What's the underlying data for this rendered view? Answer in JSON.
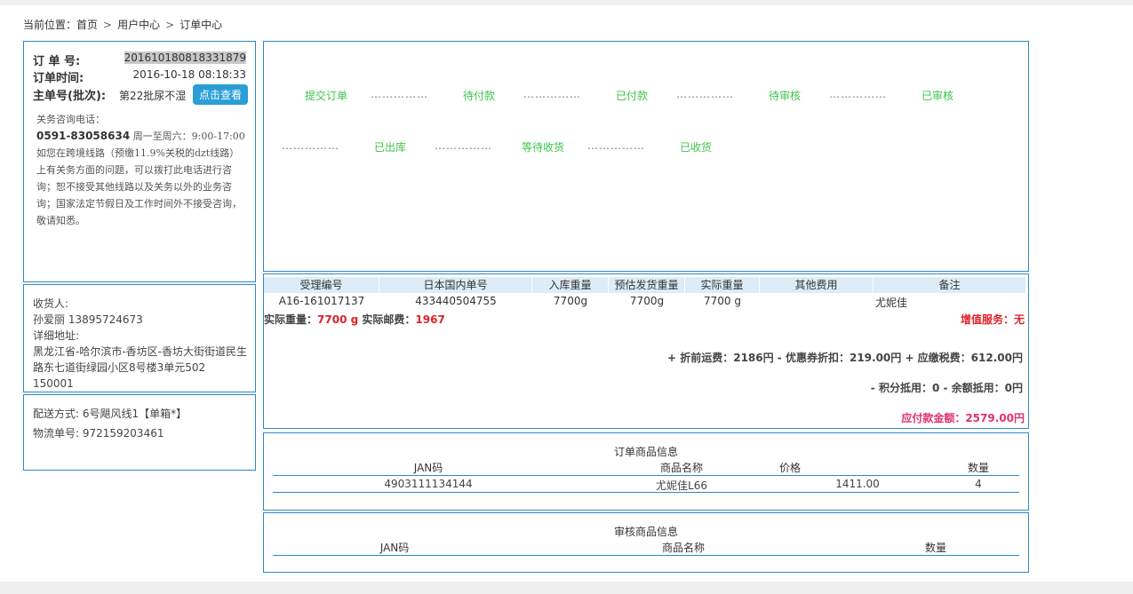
{
  "breadcrumb": {
    "label": "当前位置：",
    "home": "首页",
    "user_center": "用户中心",
    "order_center": "订单中心",
    "sep": ">"
  },
  "order": {
    "no_label": "订 单 号:",
    "no_value": "201610180818331879",
    "time_label": "订单时间:",
    "time_value": "2016-10-18 08:18:33",
    "main_label": "主单号(批次):",
    "main_value": "第22批尿不湿",
    "view_button": "点击查看",
    "consult_title": "关务咨询电话：",
    "phone": "0591-83058634",
    "hours": "周一至周六：9:00-17:00",
    "consult_text": "如您在跨境线路（预缴11.9%关税的dzt线路）上有关务方面的问题，可以拨打此电话进行咨询；恕不接受其他线路以及关务以外的业务咨询；国家法定节假日及工作时间外不接受咨询，敬请知悉。"
  },
  "receiver": {
    "label": "收货人:",
    "name_phone": "孙爱丽 13895724673",
    "addr_label": "详细地址:",
    "addr_line1": "黑龙江省-哈尔滨市-香坊区-香坊大街街道民生",
    "addr_line2": "路东七道街绿园小区8号楼3单元502 150001"
  },
  "shipping": {
    "method": "配送方式: 6号飓风线1【单箱*】",
    "tracking": "物流单号: 972159203461"
  },
  "progress": {
    "steps": [
      "提交订单",
      "待付款",
      "已付款",
      "待审核",
      "已审核",
      "已出库",
      "等待收货",
      "已收货"
    ],
    "dots": "……………"
  },
  "table": {
    "headers": [
      "受理编号",
      "日本国内单号",
      "入库重量",
      "预估发货重量",
      "实际重量",
      "其他费用",
      "备注"
    ],
    "row": [
      "A16-161017137",
      "433440504755",
      "7700g",
      "7700g",
      "7700 g",
      "",
      "尤妮佳"
    ],
    "actual_weight_label": "实际重量：",
    "actual_weight_value": "7700 g",
    "actual_postage_label": "实际邮费：",
    "actual_postage_value": "1967",
    "value_added": "增值服务：无",
    "fee_line1": "+ 折前运费：2186円 - 优惠券折扣：219.00円 + 应缴税费：612.00円",
    "fee_line2": "- 积分抵用：0 - 余额抵用：0円",
    "total": "应付款金额：2579.00円"
  },
  "goods": {
    "title": "订单商品信息",
    "headers": [
      "JAN码",
      "商品名称",
      "价格",
      "数量"
    ],
    "row": [
      "4903111134144",
      "尤妮佳L66",
      "1411.00",
      "4"
    ]
  },
  "audit": {
    "title": "审核商品信息",
    "headers": [
      "JAN码",
      "商品名称",
      "数量"
    ]
  },
  "colors": {
    "border": "#2a8bc7",
    "step_green": "#3ec44a",
    "red": "#e0222a",
    "button": "#2a9fd6"
  }
}
